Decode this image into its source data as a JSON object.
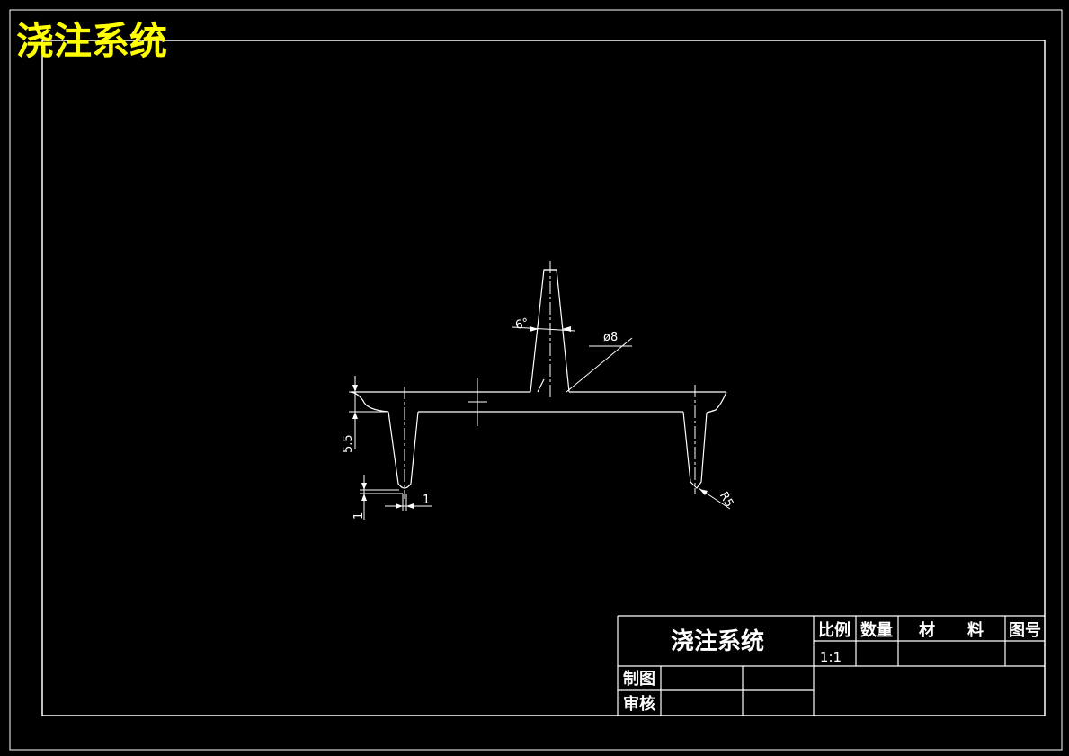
{
  "drawing": {
    "corner_title": "浇注系统",
    "colors": {
      "background": "#000000",
      "lines": "#ffffff",
      "title": "#ffff00"
    }
  },
  "dimensions": {
    "taper_angle": "6°",
    "sprue_diameter": "ø8",
    "runner_height": "5.5",
    "gate_height": "1",
    "gate_width": "1",
    "gate_radius": "R5"
  },
  "title_block": {
    "name": "浇注系统",
    "scale_label": "比例",
    "scale_value": "1:1",
    "quantity_label": "数量",
    "material_label": "材　　料",
    "drawing_no_label": "图号",
    "drawn_by_label": "制图",
    "checked_by_label": "审核"
  }
}
